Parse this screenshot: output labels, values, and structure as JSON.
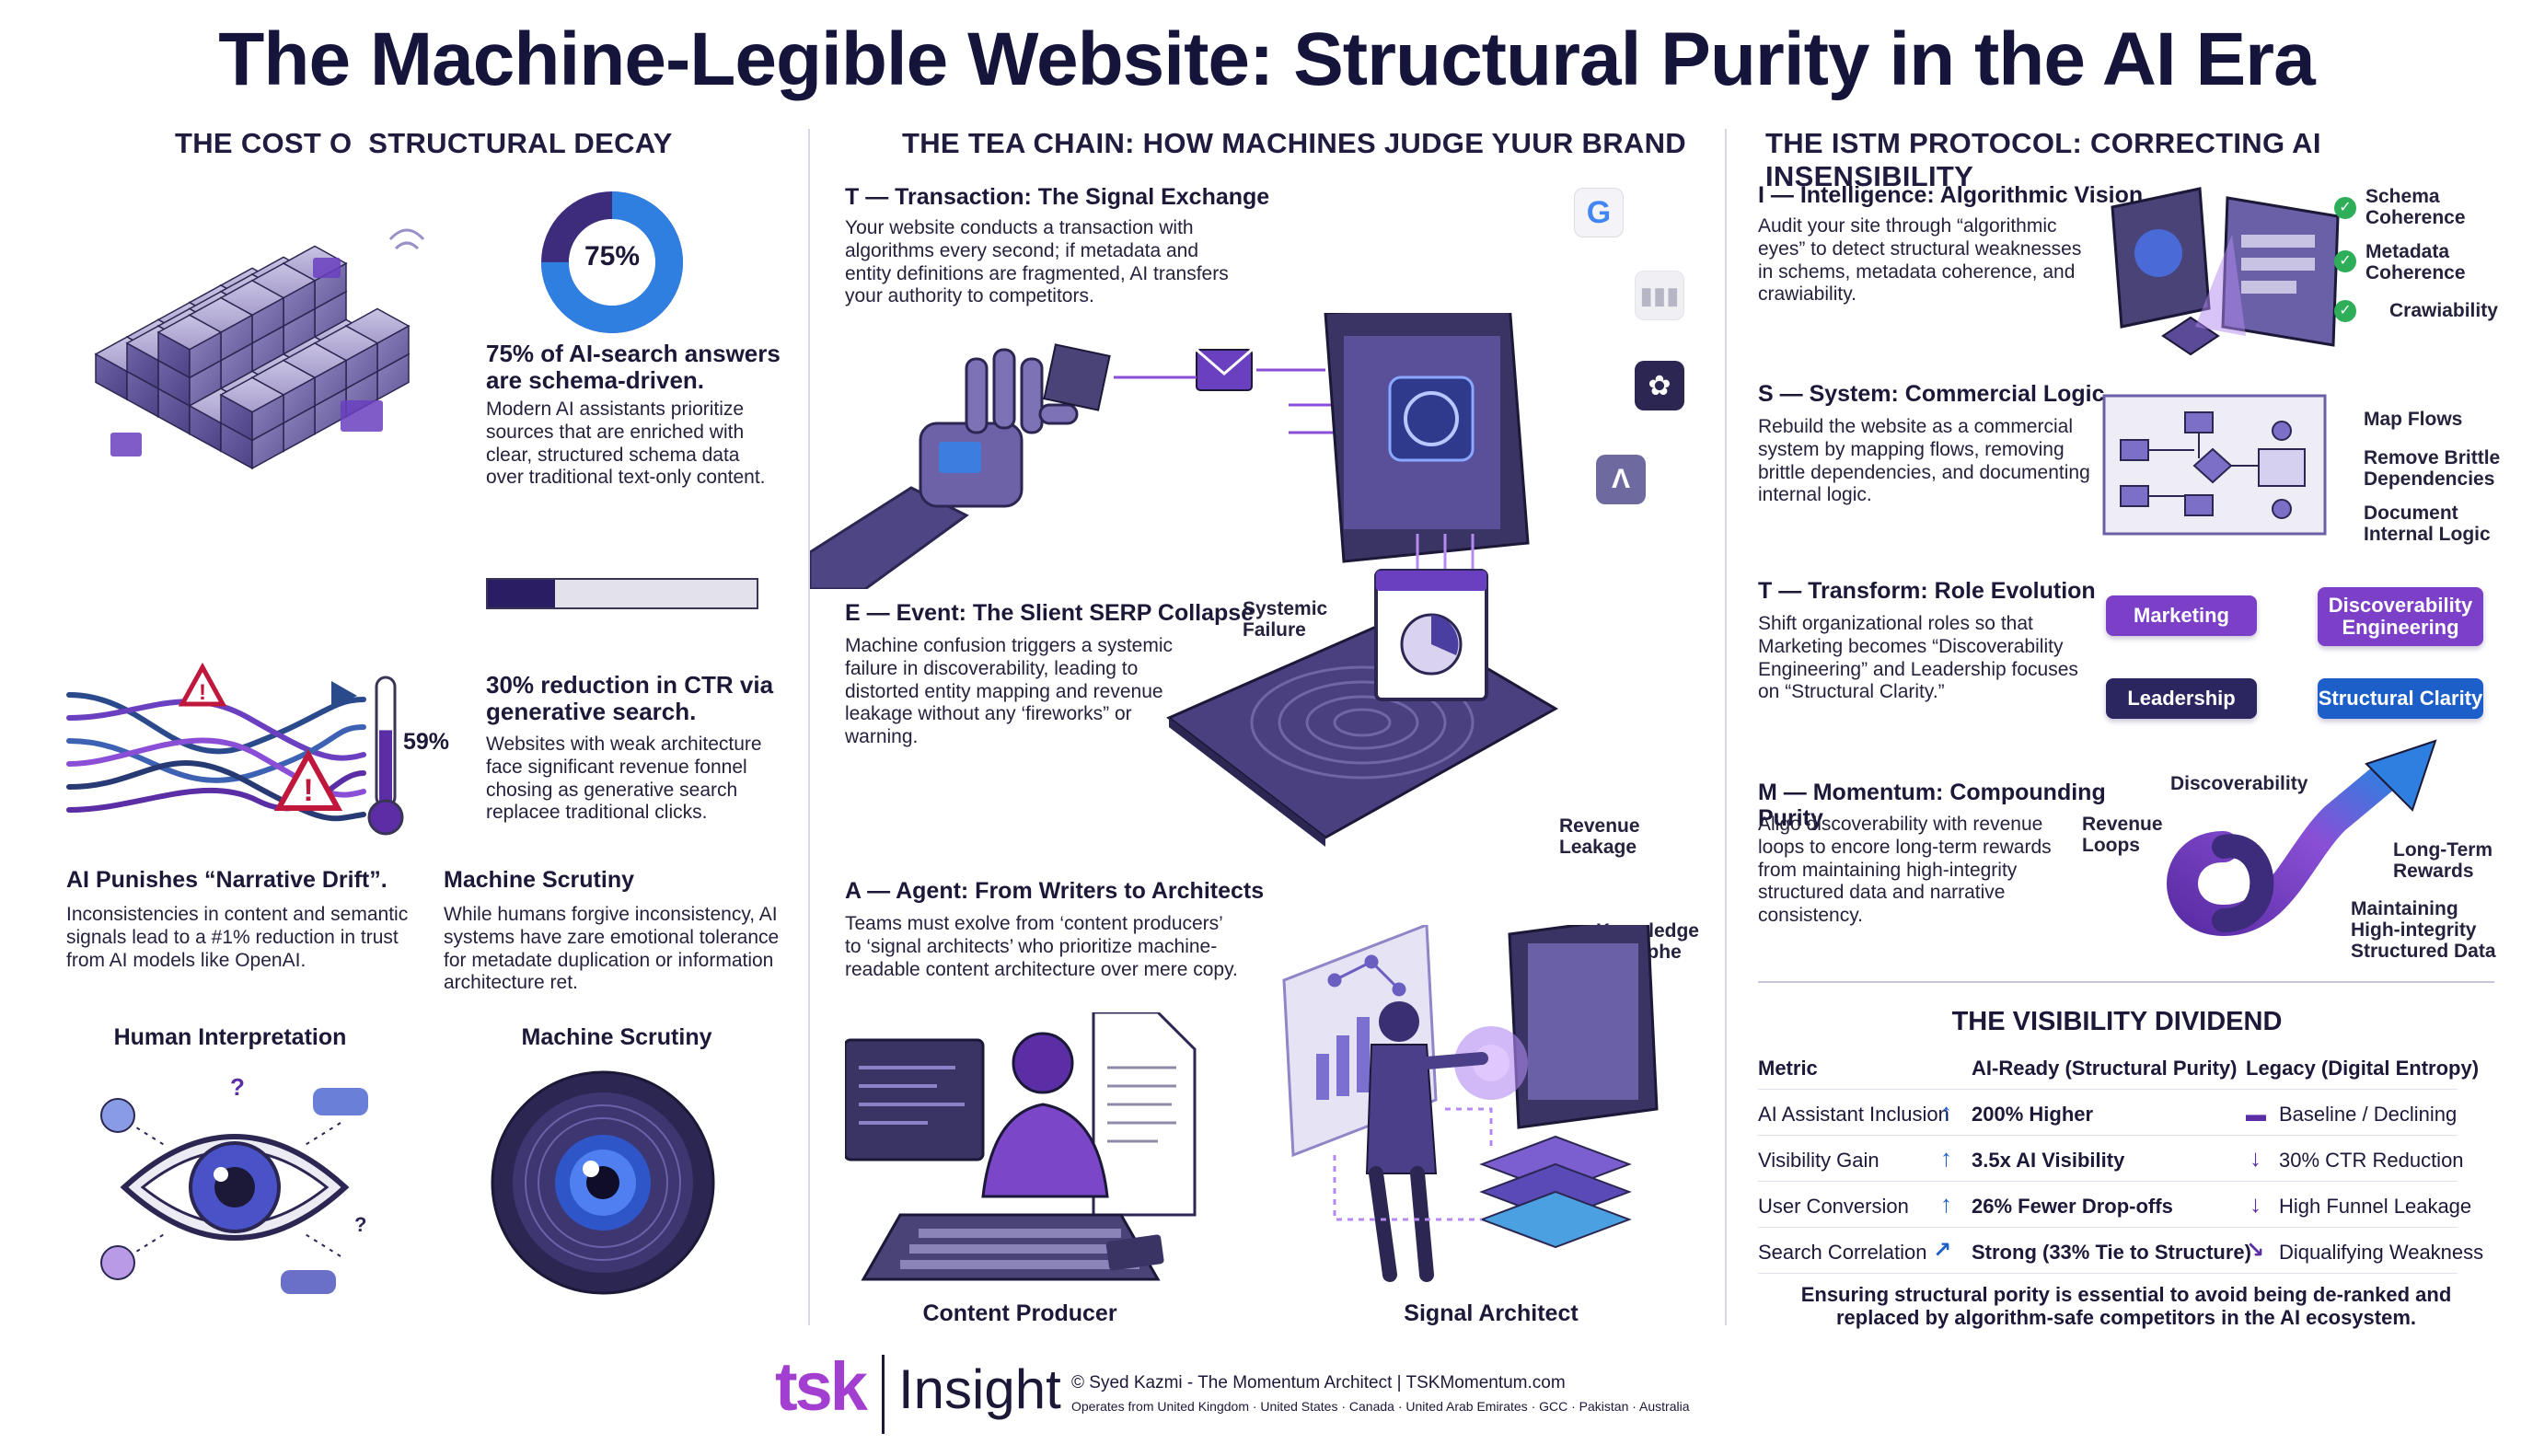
{
  "title": "The Machine-Legible Website: Structural Purity in the AI Era",
  "colors": {
    "accent": "#5b2ea6",
    "accent_light": "#8a4fd6",
    "blue": "#2f7fe0",
    "navy": "#1f1c3f",
    "alert": "#c0183c"
  },
  "col1": {
    "heading": "THE COST O  STRUCTURAL DECAY",
    "stat1": {
      "donut_label": "75%",
      "donut_percent": 75,
      "heading": "75% of AI-search answers are schema-driven.",
      "body": "Modern AI assistants prioritize sources that are enriched with clear, structured schema data over traditional text-only content.",
      "bar_fill_percent": 25
    },
    "stat2": {
      "gauge_label": "59%",
      "gauge_percent": 59,
      "heading": "30% reduction in CTR via generative search.",
      "body": "Websites with weak architecture face significant revenue fonnel chosing as generative search replacee traditional clicks."
    },
    "drift": {
      "heading": "AI Punishes “Narrative Drift”.",
      "body": "Inconsistencies in content and semantic signals lead to a #1% reduction in trust from AI models like OpenAI."
    },
    "scrutiny": {
      "heading": "Machine Scrutiny",
      "body": "While humans forgive inconsistency, AI systems have zare emotional tolerance for metadate duplication or information architecture ret."
    },
    "caption_human": "Human Interpretation",
    "caption_machine": "Machine Scrutiny"
  },
  "col2": {
    "heading": "THE TEA CHAIN: HOW MACHINES JUDGE YUUR BRAND",
    "t": {
      "heading": "T — Transaction: The Signal Exchange",
      "body": "Your website conducts a transaction with algorithms every second; if metadata and entity definitions are fragmented, AI transfers your authority to competitors."
    },
    "e": {
      "heading": "E — Event: The Slient SERP Collapse",
      "body": "Machine confusion triggers a systemic failure in discoverability, leading to distorted entity mapping and revenue leakage without any ‘fireworks” or warning.",
      "label_failure": "Systemic Failure",
      "label_leakage": "Revenue Leakage"
    },
    "a": {
      "heading": "A — Agent: From Writers to Architects",
      "body": "Teams must exolve from ‘content producers’ to ‘signal architects’ who prioritize machine-readable content architecture over mere copy.",
      "label_graph": "Knowledge Graphe"
    },
    "caption_producer": "Content Producer",
    "caption_architect": "Signal Architect",
    "app_icons": [
      "google-icon",
      "audio-icon",
      "openai-icon",
      "anthropic-icon"
    ]
  },
  "col3": {
    "heading": "THE ISTM PROTOCOL: CORRECTING AI INSENSIBILITY",
    "i": {
      "heading": "I — Intelligence: Algorithmic Vision",
      "body": "Audit your site through “algorithmic eyes” to detect structural weaknesses in schems, metadata coherence, and crawiability.",
      "checks": [
        "Schema Coherence",
        "Metadata Coherence",
        "Crawiability"
      ]
    },
    "s": {
      "heading": "S — System: Commercial Logic",
      "body": "Rebuild the website as a commercial system by mapping flows, removing brittle dependencies, and documenting internal logic.",
      "labels": [
        "Map Flows",
        "Remove Brittle Dependencies",
        "Document Internal Logic"
      ]
    },
    "t": {
      "heading": "T — Transform: Role Evolution",
      "body": "Shift organizational roles so that Marketing becomes “Discoverability Engineering” and Leadership focuses on “Structural Clarity.”",
      "pills": [
        "Marketing",
        "Discoverability Engineering",
        "Leadership",
        "Structural Clarity"
      ]
    },
    "m": {
      "heading": "M — Momentum: Compounding Purity",
      "body": "Aligo discoverability with revenue loops to encore long-term rewards from maintaining high-integrity structured data and narrative consistency.",
      "labels": {
        "discoverability": "Discoverability",
        "revenue": "Revenue Loops",
        "rewards": "Long-Term Rewards",
        "maintain": "Maintaining High-integrity Structured Data"
      }
    },
    "table": {
      "title": "THE VISIBILITY DIVIDEND",
      "headers": [
        "Metric",
        "AI-Ready (Structural Purity)",
        "Legacy (Digital Entropy)"
      ],
      "rows": [
        {
          "metric": "AI Assistant Inclusion",
          "ready": "200% Higher",
          "legacy": "Baseline / Declining",
          "ready_icon": "arrow-up-icon",
          "legacy_icon": "dash-icon"
        },
        {
          "metric": "Visibility Gain",
          "ready": "3.5x AI Visibility",
          "legacy": "30% CTR Reduction",
          "ready_icon": "arrow-up-icon",
          "legacy_icon": "arrow-down-icon"
        },
        {
          "metric": "User Conversion",
          "ready": "26% Fewer Drop-offs",
          "legacy": "High Funnel Leakage",
          "ready_icon": "arrow-up-icon",
          "legacy_icon": "arrow-down-icon"
        },
        {
          "metric": "Search Correlation",
          "ready": "Strong (33% Tie to Structure)",
          "legacy": "Diqualifying Weakness",
          "ready_icon": "trend-up-icon",
          "legacy_icon": "trend-down-icon"
        }
      ],
      "note": "Ensuring structural pority is essential to avoid being de-ranked and replaced by algorithm-safe competitors in the AI ecosystem."
    }
  },
  "footer": {
    "logo_text": "tsk",
    "brand": "Insight",
    "credit": "© Syed Kazmi - The Momentum Architect | TSKMomentum.com",
    "locations": "Operates from United Kingdom · United States · Canada · United Arab Emirates · GCC · Pakistan · Australia"
  }
}
